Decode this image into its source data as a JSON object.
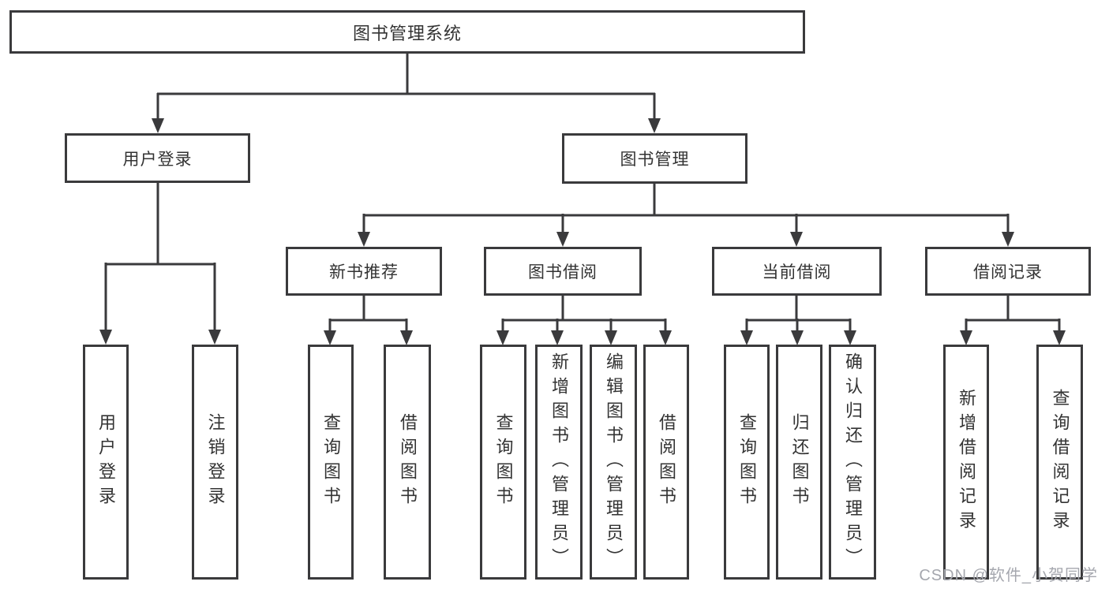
{
  "diagram": {
    "root": "图书管理系统",
    "branches": [
      {
        "label": "用户登录",
        "children": [
          "用户登录",
          "注销登录"
        ]
      },
      {
        "label": "图书管理",
        "groups": [
          {
            "label": "新书推荐",
            "children": [
              "查询图书",
              "借阅图书"
            ]
          },
          {
            "label": "图书借阅",
            "children": [
              "查询图书",
              "新增图书（管理员）",
              "编辑图书（管理员）",
              "借阅图书"
            ]
          },
          {
            "label": "当前借阅",
            "children": [
              "查询图书",
              "归还图书",
              "确认归还（管理员）"
            ]
          },
          {
            "label": "借阅记录",
            "children": [
              "新增借阅记录",
              "查询借阅记录"
            ]
          }
        ]
      }
    ]
  },
  "watermark": "CSDN @软件_小贺同学",
  "colors": {
    "line": "#3a3a3c",
    "text": "#333333",
    "watermark_color": "#a5a7ae",
    "background": "#ffffff"
  }
}
